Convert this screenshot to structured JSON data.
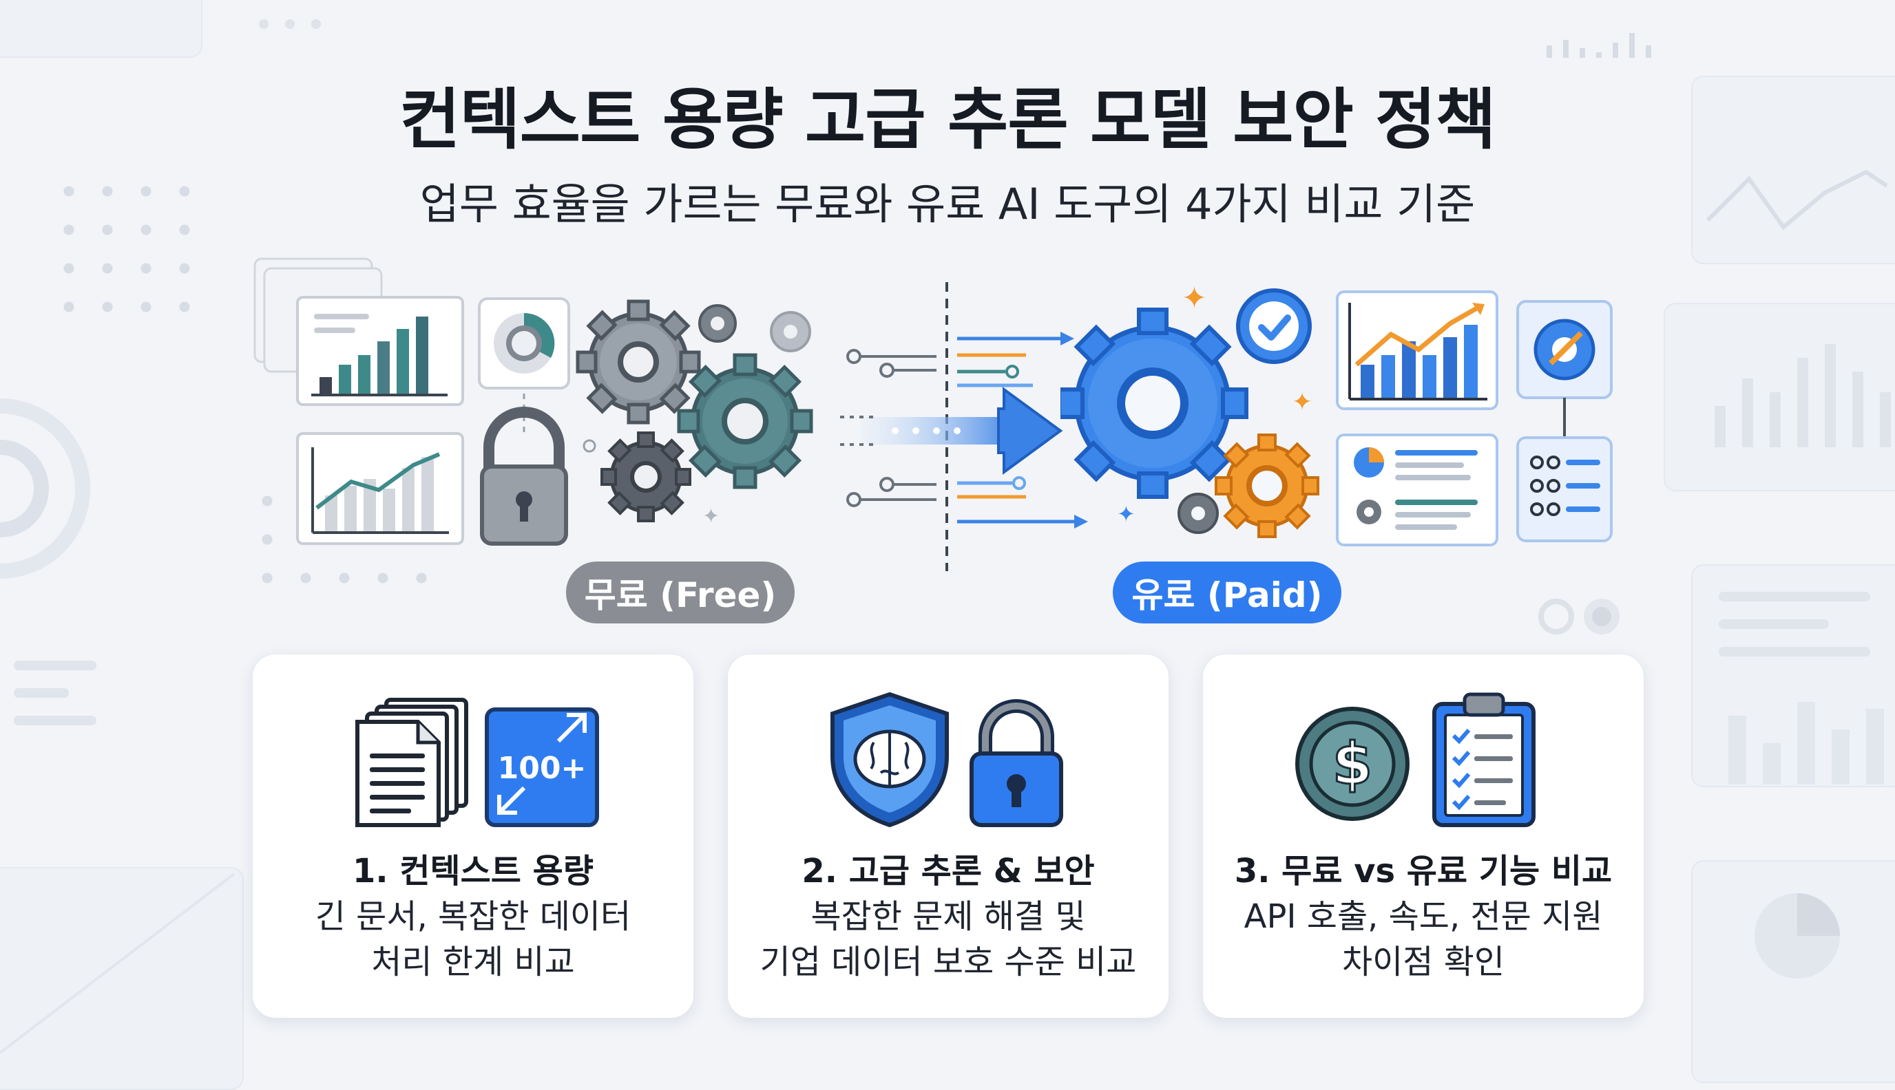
{
  "header": {
    "title": "컨텍스트 용량 고급 추론 모델 보안 정책",
    "subtitle": "업무 효율을 가르는 무료와 유료 AI 도구의 4가지 비교 기준"
  },
  "labels": {
    "free": "무료 (Free)",
    "paid": "유료 (Paid)"
  },
  "badge_text": "100+",
  "dollar_symbol": "$",
  "cards": [
    {
      "title": "1. 컨텍스트 용량",
      "desc_line1": "긴 문서, 복잡한 데이터",
      "desc_line2": "처리 한계 비교"
    },
    {
      "title": "2. 고급 추론 & 보안",
      "desc_line1": "복잡한 문제 해결 및",
      "desc_line2": "기업 데이터 보호 수준 비교"
    },
    {
      "title": "3. 무료 vs 유료 기능 비교",
      "desc_line1": "API 호출, 속도, 전문 지원",
      "desc_line2": "차이점 확인"
    }
  ],
  "icons": {
    "free_side": [
      "bar-chart-icon",
      "pie-chart-icon",
      "line-chart-icon",
      "padlock-icon",
      "gear-icon"
    ],
    "flow": [
      "arrow-right-icon"
    ],
    "paid_side": [
      "gear-icon",
      "checkmark-badge-icon",
      "growth-chart-icon",
      "report-icon",
      "gear-badge-icon",
      "list-icon",
      "sparkle-icon"
    ],
    "card1": [
      "documents-icon",
      "expand-icon"
    ],
    "card2": [
      "shield-brain-icon",
      "padlock-icon"
    ],
    "card3": [
      "dollar-coin-icon",
      "clipboard-checklist-icon"
    ]
  },
  "colors": {
    "free_gray": "#8a8d93",
    "paid_blue": "#2f7cf0",
    "teal": "#3e8a8a",
    "orange": "#f29a2e",
    "background": "#f2f4f8"
  }
}
